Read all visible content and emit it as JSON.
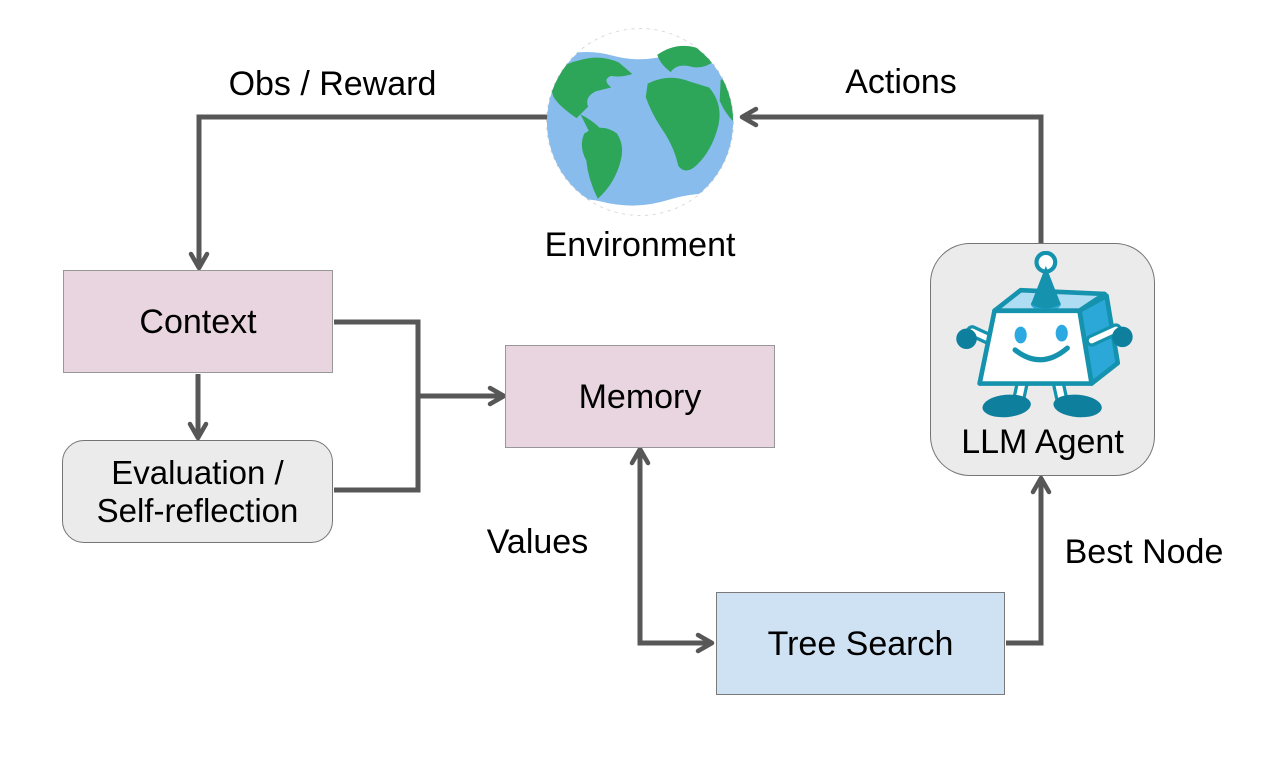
{
  "nodes": {
    "environment": {
      "label": "Environment",
      "icon": "earth-globe-icon"
    },
    "context": {
      "label": "Context"
    },
    "evaluation": {
      "label": "Evaluation /\nSelf-reflection"
    },
    "memory": {
      "label": "Memory"
    },
    "tree_search": {
      "label": "Tree Search"
    },
    "llm_agent": {
      "label": "LLM Agent",
      "icon": "robot-icon"
    }
  },
  "edges": {
    "obs_reward": {
      "label": "Obs / Reward",
      "from": "environment",
      "to": "context"
    },
    "actions": {
      "label": "Actions",
      "from": "llm_agent",
      "to": "environment"
    },
    "context_to_evaluation": {
      "from": "context",
      "to": "evaluation"
    },
    "context_evaluation_to_memory": {
      "from": "context / evaluation",
      "to": "memory"
    },
    "values": {
      "label": "Values",
      "from": "tree_search",
      "to": "memory",
      "bidirectional": true
    },
    "best_node": {
      "label": "Best Node",
      "from": "tree_search",
      "to": "llm_agent"
    }
  },
  "theme": {
    "background": "#FFFFFF",
    "line": "#575757",
    "ink": "#000000",
    "pink-fill": "#E8D5DF",
    "pink-border": "#979797",
    "gray-fill": "#EBEBEB",
    "gray-border": "#757575",
    "blue-fill": "#CFE2F3",
    "blue-border": "#7A7A7A",
    "ocean": "#87BCEC",
    "land": "#2EA65A",
    "teal": "#1593AE",
    "teal-dark": "#0E7F9D",
    "robot-side": "#2CA8D8",
    "robot-top": "#AEDCF2",
    "robot-eye": "#2BA9E0"
  }
}
